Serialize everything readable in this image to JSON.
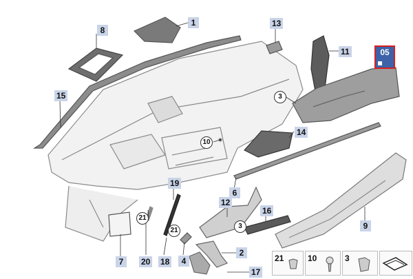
{
  "callouts": {
    "p1": "1",
    "p2": "2",
    "p3": "3",
    "p4": "4",
    "p6": "6",
    "p7": "7",
    "p8": "8",
    "p9": "9",
    "p10": "10",
    "p11": "11",
    "p12": "12",
    "p13": "13",
    "p14": "14",
    "p15": "15",
    "p16": "16",
    "p17": "17",
    "p18": "18",
    "p19": "19",
    "p20": "20",
    "p21": "21"
  },
  "circled": {
    "c3a": "3",
    "c3b": "3",
    "c10": "10",
    "c21a": "21",
    "c21b": "21"
  },
  "badge": {
    "label": "05"
  },
  "legend": {
    "l21": "21",
    "l10": "10",
    "l3": "3"
  },
  "colors": {
    "callout_bg": "#c9d4e8",
    "badge_bg": "#3d62a8",
    "badge_border": "#d62020"
  }
}
